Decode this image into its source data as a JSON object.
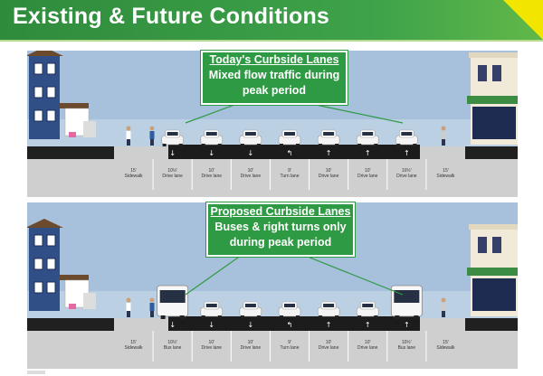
{
  "header": {
    "title": "Existing & Future Conditions"
  },
  "colors": {
    "header_green": "#3fa34a",
    "accent_yellow": "#f2e600",
    "callout_green": "#2f9a44",
    "sky": "#9fb9d6",
    "road": "#222222"
  },
  "top_panel": {
    "callout_title": "Today's Curbside Lanes",
    "callout_line1": "Mixed flow traffic during",
    "callout_line2": "peak period",
    "lanes": [
      {
        "width": "15'",
        "name": "Sidewalk"
      },
      {
        "width": "10½'",
        "name": "Drive lane"
      },
      {
        "width": "10'",
        "name": "Drive lane"
      },
      {
        "width": "10'",
        "name": "Drive lane"
      },
      {
        "width": "9'",
        "name": "Turn lane"
      },
      {
        "width": "10'",
        "name": "Drive lane"
      },
      {
        "width": "10'",
        "name": "Drive lane"
      },
      {
        "width": "10½'",
        "name": "Drive lane"
      },
      {
        "width": "15'",
        "name": "Sidewalk"
      }
    ]
  },
  "bottom_panel": {
    "callout_title": "Proposed Curbside Lanes",
    "callout_line1": "Buses & right turns only",
    "callout_line2": "during peak period",
    "lanes": [
      {
        "width": "15'",
        "name": "Sidewalk"
      },
      {
        "width": "10½'",
        "name": "Bus lane"
      },
      {
        "width": "10'",
        "name": "Drive lane"
      },
      {
        "width": "10'",
        "name": "Drive lane"
      },
      {
        "width": "9'",
        "name": "Turn lane"
      },
      {
        "width": "10'",
        "name": "Drive lane"
      },
      {
        "width": "10'",
        "name": "Drive lane"
      },
      {
        "width": "10½'",
        "name": "Bus lane"
      },
      {
        "width": "15'",
        "name": "Sidewalk"
      }
    ]
  }
}
